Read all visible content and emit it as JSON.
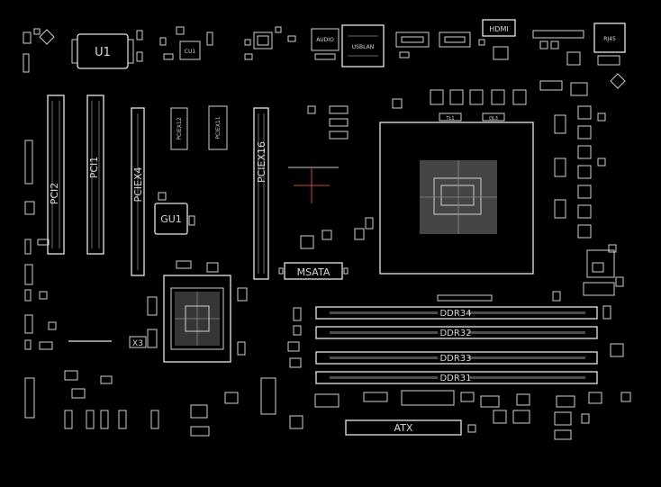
{
  "labels": {
    "u1": "U1",
    "gu1": "GU1",
    "x3": "X3",
    "msata": "MSATA",
    "atx": "ATX",
    "pci2": "PCI2",
    "pci1": "PCI1",
    "pciex4": "PCIEX4",
    "pciex16": "PCIEX16",
    "pciex12": "PCIEX12",
    "pciex11": "PCIEX11",
    "ddr34": "DDR34",
    "ddr32": "DDR32",
    "ddr33": "DDR33",
    "ddr31": "DDR31",
    "audio": "AUDIO",
    "usblan": "USBLAN",
    "hdmi": "HDMI",
    "rj45": "RJ45",
    "cu1": "CU1",
    "tl1": "TL1",
    "dl3": "DL3"
  }
}
